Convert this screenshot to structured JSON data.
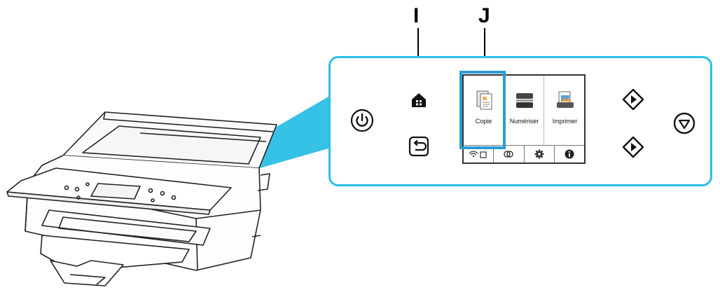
{
  "callouts": {
    "home_label": "I",
    "screen_label": "J"
  },
  "screen": {
    "tiles": [
      {
        "label": "Copie",
        "icon": "copy-icon"
      },
      {
        "label": "Numériser",
        "icon": "scan-icon"
      },
      {
        "label": "Imprimer",
        "icon": "print-icon"
      }
    ],
    "bottom_bar": [
      "wifi-icon",
      "link-icon",
      "gear-icon",
      "info-icon"
    ]
  },
  "colors": {
    "panel_border": "#2bbfe6",
    "highlight": "#2b9ad6",
    "beam": "#2bbfe6"
  }
}
